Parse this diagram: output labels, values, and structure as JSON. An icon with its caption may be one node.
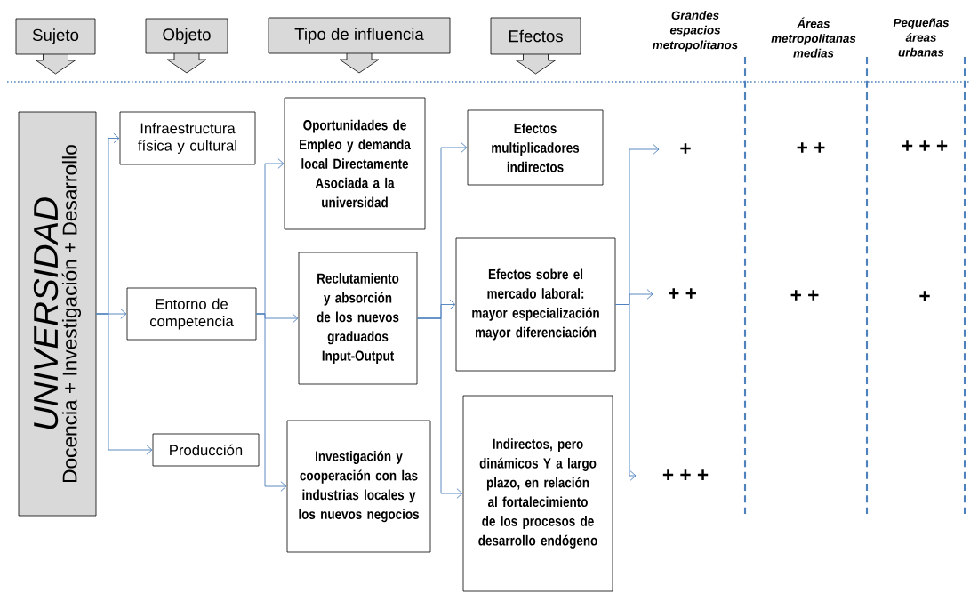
{
  "diagram": {
    "nodes": [
      {
        "text": [
          "Sujeto"
        ]
      },
      {
        "text": [
          "Objeto"
        ]
      },
      {
        "text": [
          "Tipo de influencia"
        ]
      },
      {
        "text": [
          "Efectos"
        ]
      },
      {
        "text": [
          "UNIVERSIDAD",
          "Docencia + Investigación + Desarrollo"
        ]
      },
      {
        "text": [
          "Infraestructura física y cultural"
        ]
      },
      {
        "text": [
          "Entorno de competencia"
        ]
      },
      {
        "text": [
          "Producción"
        ]
      },
      {
        "text": [
          "Oportunidades de Empleo y demanda local Directamente Asociada a la universidad"
        ]
      },
      {
        "text": [
          "Reclutamiento y absorción de los nuevos graduados Input-Output"
        ]
      },
      {
        "text": [
          "Investigación y cooperación con las industrias locales y los nuevos negocios"
        ]
      },
      {
        "text": [
          "Efectos multiplicadores indirectos"
        ]
      },
      {
        "text": [
          "Efectos sobre el mercado laboral: mayor especialización mayor diferenciación"
        ]
      },
      {
        "text": [
          "Indirectos, pero dinámicos Y a largo plazo, en relación al fortalecimiento de los procesos de desarrollo endógeno"
        ]
      },
      {
        "text": [
          "+"
        ]
      },
      {
        "text": [
          "+ +"
        ]
      },
      {
        "text": [
          "+ + +"
        ]
      }
    ],
    "edges": [
      {
        "from": 4,
        "to": 5,
        "arrow": "to"
      },
      {
        "from": 4,
        "to": 6,
        "arrow": "to"
      },
      {
        "from": 4,
        "to": 7,
        "arrow": "to"
      },
      {
        "from": 6,
        "to": 8,
        "arrow": "to"
      },
      {
        "from": 6,
        "to": 9,
        "arrow": "to"
      },
      {
        "from": 6,
        "to": 10,
        "arrow": "to"
      },
      {
        "from": 9,
        "to": 11,
        "arrow": "to"
      },
      {
        "from": 9,
        "to": 12,
        "arrow": "to"
      },
      {
        "from": 9,
        "to": 13,
        "arrow": "to"
      },
      {
        "from": 12,
        "to": 14,
        "arrow": "to"
      },
      {
        "from": 12,
        "to": 15,
        "arrow": "to"
      },
      {
        "from": 12,
        "to": 16,
        "arrow": "to"
      }
    ],
    "labels": [
      "Grandes espacios metropolitanos",
      "Áreas metropolitanas medias",
      "Pequeñas áreas urbanas",
      "+ +",
      "+ + +",
      "+ +",
      "+"
    ]
  }
}
